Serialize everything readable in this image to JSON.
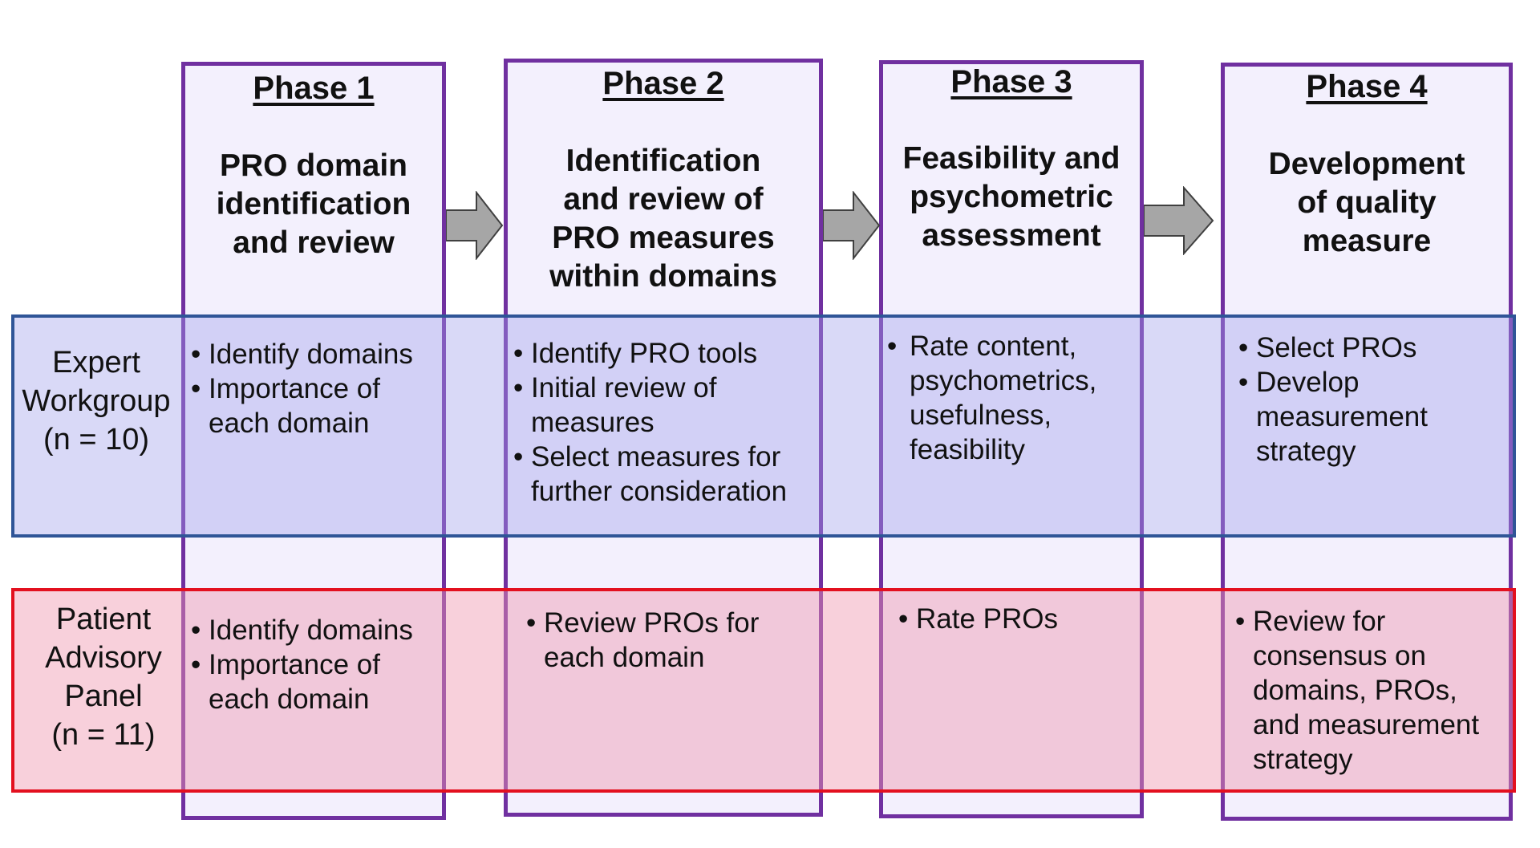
{
  "phases": [
    {
      "title": "Phase 1",
      "desc": [
        "PRO domain",
        "identification",
        "and review"
      ]
    },
    {
      "title": "Phase 2",
      "desc": [
        "Identification",
        "and review of",
        "PRO measures",
        "within domains"
      ]
    },
    {
      "title": "Phase 3",
      "desc": [
        "Feasibility and",
        "psychometric",
        "assessment"
      ]
    },
    {
      "title": "Phase 4",
      "desc": [
        "Development",
        "of quality",
        "measure"
      ]
    }
  ],
  "expert": {
    "label": [
      "Expert",
      "Workgroup",
      "(n = 10)"
    ],
    "cells": [
      [
        "Identify domains",
        "Importance of each domain"
      ],
      [
        "Identify PRO tools",
        "Initial review of measures",
        "Select measures for further consideration"
      ],
      [
        "Rate content, psychometrics, usefulness, feasibility"
      ],
      [
        "Select PROs",
        "Develop measurement strategy"
      ]
    ]
  },
  "patient": {
    "label": [
      "Patient",
      "Advisory",
      "Panel",
      "(n = 11)"
    ],
    "cells": [
      [
        "Identify domains",
        "Importance of each domain"
      ],
      [
        "Review PROs for each domain"
      ],
      [
        "Rate PROs"
      ],
      [
        "Review for consensus on domains, PROs, and measurement strategy"
      ]
    ]
  },
  "bullet_char": "•",
  "colors": {
    "phase_border": "#7030a0",
    "expert_border": "#2f5597",
    "patient_border": "#e3101f",
    "arrow_fill": "#a6a6a6"
  }
}
